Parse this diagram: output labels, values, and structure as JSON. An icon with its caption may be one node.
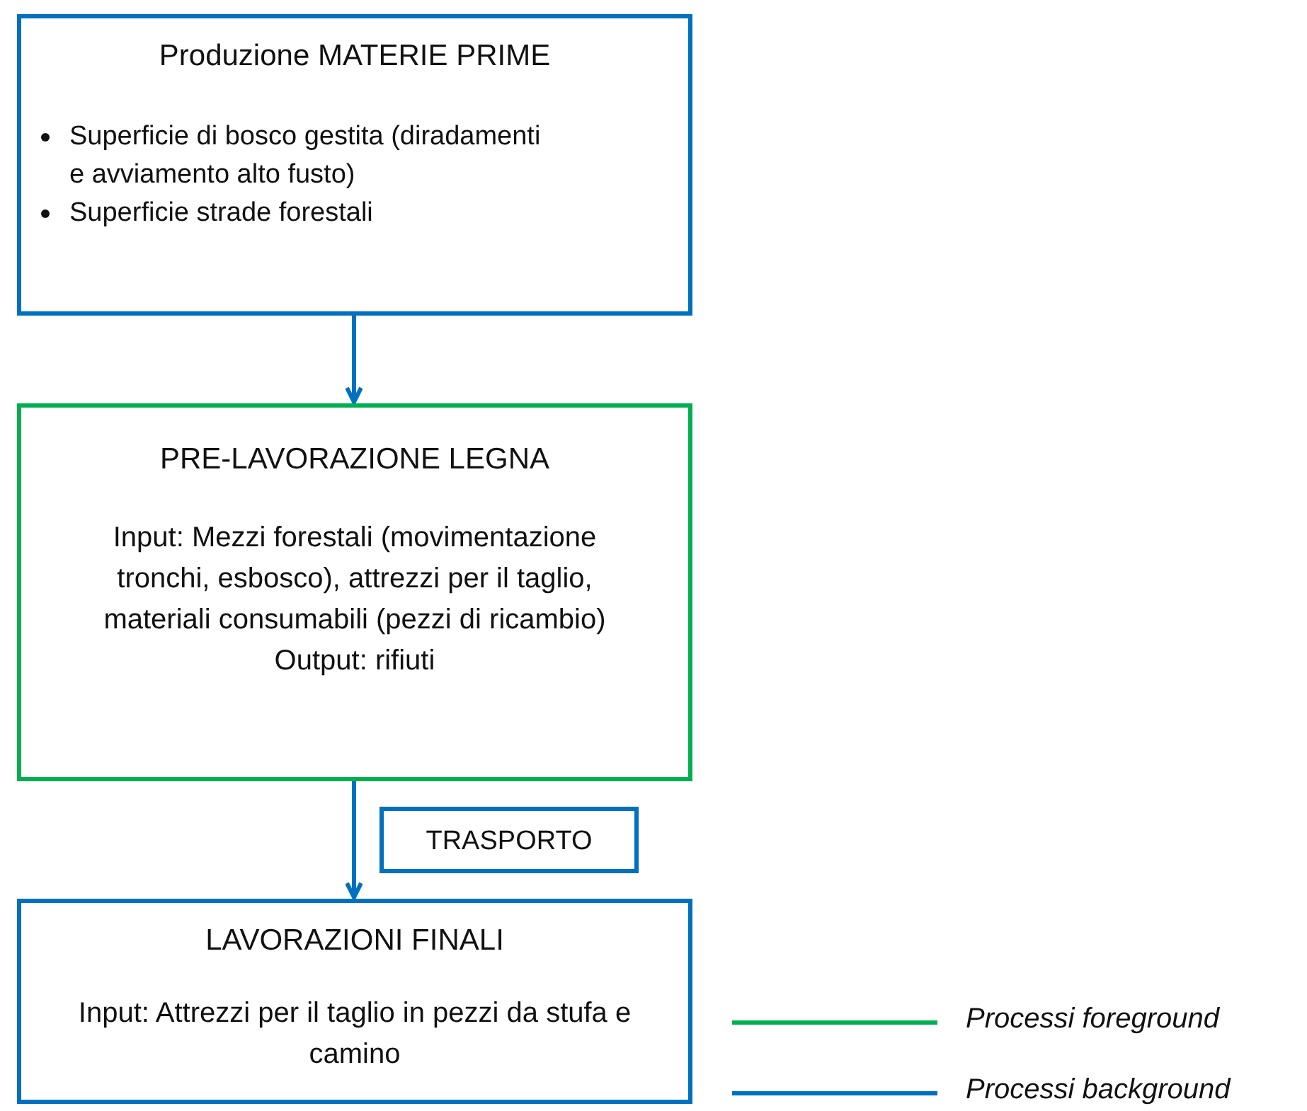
{
  "diagram": {
    "nodes": [
      {
        "text": [
          "Produzione MATERIE PRIME",
          "Superficie di bosco gestita (diradamenti e avviamento alto fusto)",
          "Superficie strade forestali"
        ]
      },
      {
        "text": [
          "PRE-LAVORAZIONE LEGNA",
          "Input: Mezzi forestali (movimentazione tronchi, esbosco), attrezzi per il taglio, materiali consumabili (pezzi di ricambio)",
          "Output: rifiuti"
        ]
      },
      {
        "text": [
          "TRASPORTO"
        ]
      },
      {
        "text": [
          "LAVORAZIONI FINALI",
          "Input: Attrezzi per il taglio in pezzi da stufa e camino"
        ]
      }
    ],
    "edges": [
      {
        "from": 0,
        "to": 1,
        "arrow": "to"
      },
      {
        "from": 1,
        "to": 3,
        "arrow": "to"
      }
    ],
    "legend": [
      {
        "text": "Processi foreground",
        "color": "#00b050"
      },
      {
        "text": "Processi background",
        "color": "#0070c0"
      }
    ]
  }
}
